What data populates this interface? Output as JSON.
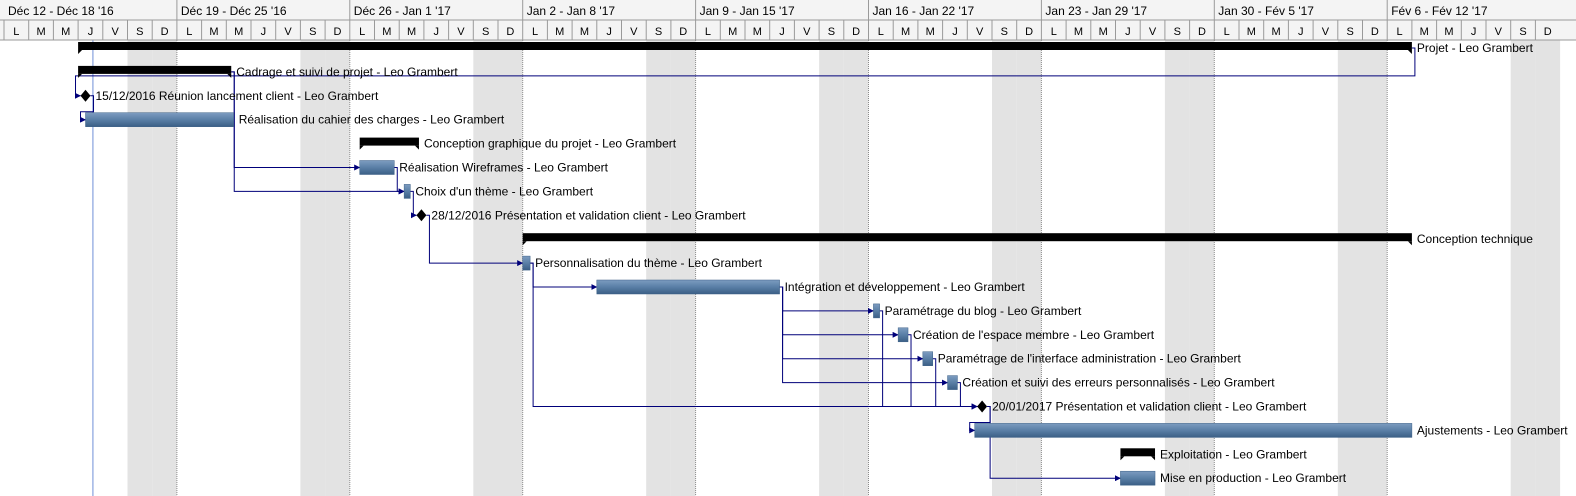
{
  "chart_data": {
    "type": "gantt",
    "timeline_start": "2016-12-12",
    "weeks": [
      "Déc 12 - Déc 18 '16",
      "Déc 19 - Déc 25 '16",
      "Déc 26 - Jan 1 '17",
      "Jan 2 - Jan 8 '17",
      "Jan 9 - Jan 15 '17",
      "Jan 16 - Jan 22 '17",
      "Jan 23 - Jan 29 '17",
      "Jan 30 - Fév 5 '17",
      "Fév 6 - Fév 12 '17"
    ],
    "day_letters": [
      "L",
      "M",
      "M",
      "J",
      "V",
      "S",
      "D"
    ],
    "colors": {
      "task": "#5a7fa6",
      "task_dark": "#3b5f86",
      "summary": "#000000",
      "link": "#00007a",
      "weekend": "#e3e3e3",
      "today": "#6f8fd8"
    },
    "tasks": [
      {
        "label": "Projet - Leo Grambert",
        "type": "summary",
        "start": 3.0,
        "end": 57.0
      },
      {
        "label": "Cadrage et suivi de projet - Leo Grambert",
        "type": "summary",
        "start": 3.0,
        "end": 9.2
      },
      {
        "label": "15/12/2016 Réunion lancement client - Leo Grambert",
        "type": "milestone",
        "start": 3.3
      },
      {
        "label": "Réalisation du cahier des charges - Leo Grambert",
        "type": "task",
        "start": 3.3,
        "end": 9.3
      },
      {
        "label": "Conception graphique du projet - Leo Grambert",
        "type": "summary",
        "start": 14.4,
        "end": 16.8
      },
      {
        "label": "Réalisation Wireframes - Leo Grambert",
        "type": "task",
        "start": 14.4,
        "end": 15.8
      },
      {
        "label": "Choix d'un thème - Leo Grambert",
        "type": "task",
        "start": 16.2,
        "end": 16.45
      },
      {
        "label": "28/12/2016 Présentation et validation client - Leo Grambert",
        "type": "milestone",
        "start": 16.9
      },
      {
        "label": "Conception technique",
        "type": "summary",
        "start": 21.0,
        "end": 57.0
      },
      {
        "label": "Personnalisation du thème - Leo Grambert",
        "type": "task",
        "start": 21.0,
        "end": 21.3
      },
      {
        "label": "Intégration et développement - Leo Grambert",
        "type": "task",
        "start": 24.0,
        "end": 31.4
      },
      {
        "label": "Paramétrage du blog - Leo Grambert",
        "type": "task",
        "start": 35.2,
        "end": 35.45
      },
      {
        "label": "Création de l'espace membre - Leo Grambert",
        "type": "task",
        "start": 36.2,
        "end": 36.6
      },
      {
        "label": "Paramétrage de l'interface administration - Leo Grambert",
        "type": "task",
        "start": 37.2,
        "end": 37.6
      },
      {
        "label": "Création et suivi des erreurs personnalisés - Leo Grambert",
        "type": "task",
        "start": 38.2,
        "end": 38.6
      },
      {
        "label": "20/01/2017 Présentation et validation client - Leo Grambert",
        "type": "milestone",
        "start": 39.6
      },
      {
        "label": "Ajustements - Leo Grambert",
        "type": "task",
        "start": 39.3,
        "end": 57.0
      },
      {
        "label": "Exploitation - Leo Grambert",
        "type": "summary",
        "start": 45.2,
        "end": 46.6
      },
      {
        "label": "Mise en production - Leo Grambert",
        "type": "task",
        "start": 45.2,
        "end": 46.6
      }
    ],
    "links": [
      [
        0,
        2
      ],
      [
        2,
        3
      ],
      [
        1,
        5
      ],
      [
        1,
        6
      ],
      [
        5,
        6
      ],
      [
        6,
        7
      ],
      [
        7,
        9
      ],
      [
        9,
        10
      ],
      [
        9,
        15
      ],
      [
        10,
        11
      ],
      [
        10,
        12
      ],
      [
        10,
        13
      ],
      [
        10,
        14
      ],
      [
        11,
        15
      ],
      [
        12,
        15
      ],
      [
        13,
        15
      ],
      [
        14,
        15
      ],
      [
        15,
        16
      ],
      [
        15,
        18
      ]
    ],
    "today_day": 3.6
  }
}
